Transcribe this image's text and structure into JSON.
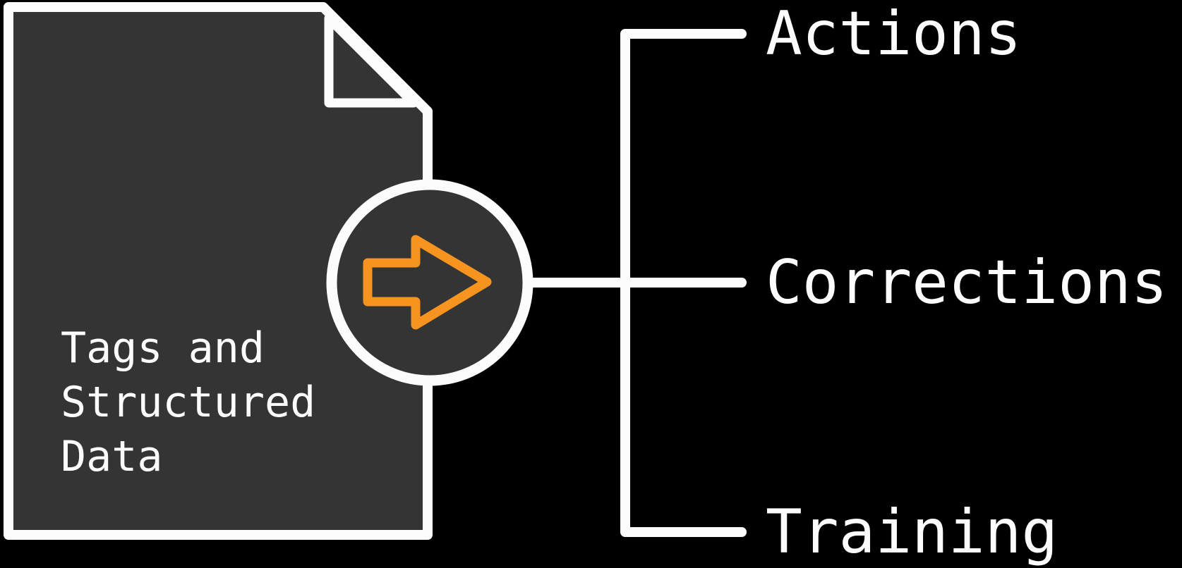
{
  "diagram": {
    "source": {
      "label": "Tags and\nStructured\nData",
      "icon": "document-icon"
    },
    "transform": {
      "icon": "arrow-right-icon"
    },
    "branches": [
      {
        "label": "Actions"
      },
      {
        "label": "Corrections"
      },
      {
        "label": "Training"
      }
    ]
  },
  "colors": {
    "background": "#000000",
    "shape_fill": "#343434",
    "line_white": "#FCFCFC",
    "accent_orange": "#F6941F"
  }
}
